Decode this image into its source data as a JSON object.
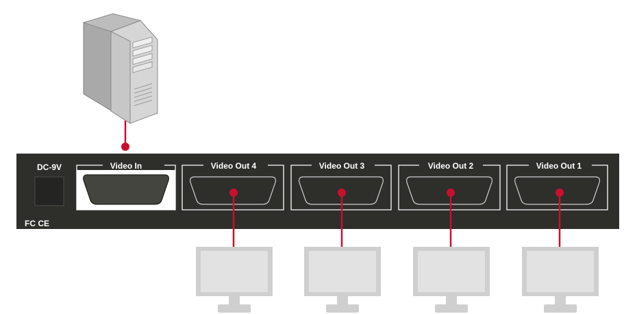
{
  "device": {
    "power_label": "DC-9V",
    "cert_marks": "FC CE",
    "ports": [
      {
        "id": "video-in",
        "label": "Video In"
      },
      {
        "id": "video-out-4",
        "label": "Video Out 4"
      },
      {
        "id": "video-out-3",
        "label": "Video Out 3"
      },
      {
        "id": "video-out-2",
        "label": "Video Out 2"
      },
      {
        "id": "video-out-1",
        "label": "Video Out 1"
      }
    ]
  },
  "colors": {
    "panel": "#2e2e2b",
    "cable": "#c8102e",
    "monitor": "#cfcfcf",
    "monitor_screen": "#e2e2e2",
    "computer": "#d3d3d3"
  }
}
